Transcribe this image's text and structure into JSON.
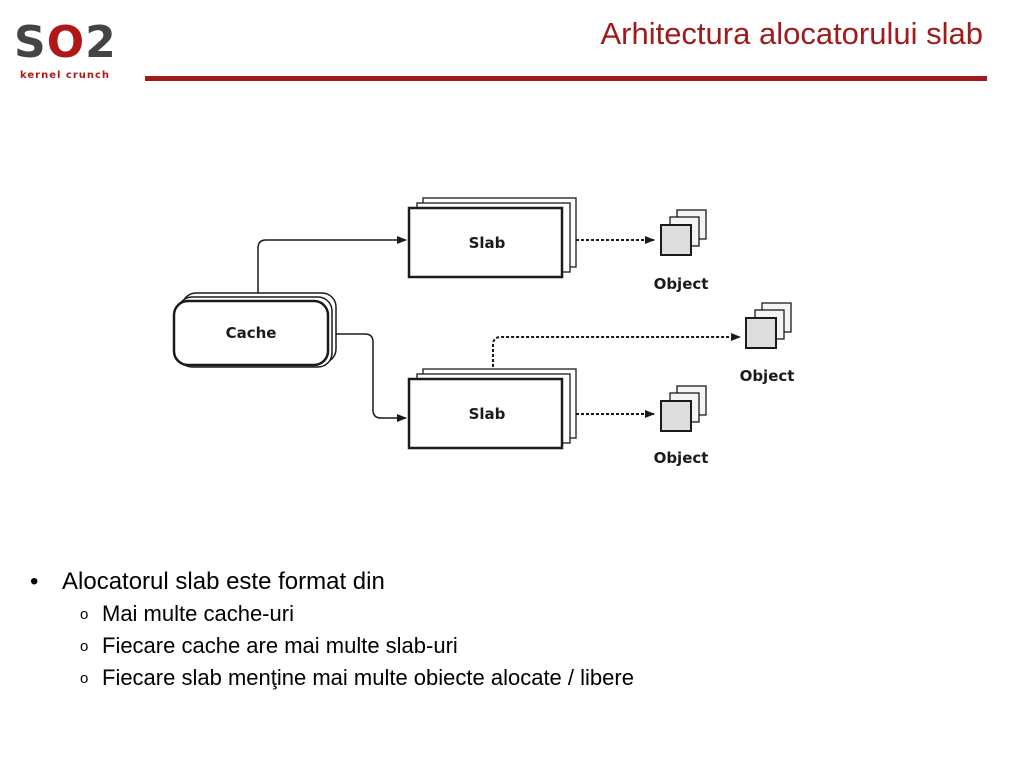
{
  "header": {
    "logo_left": "S",
    "logo_mid": "O",
    "logo_right": "2",
    "logo_subtitle": "kernel crunch",
    "title": "Arhitectura alocatorului slab"
  },
  "diagram": {
    "cache_label": "Cache",
    "slab_label": "Slab",
    "object_label": "Object"
  },
  "bullets": {
    "main": "Alocatorul slab este format din",
    "marker_sub": "o",
    "sub": [
      "Mai multe cache-uri",
      "Fiecare cache are mai multe slab-uri",
      "Fiecare slab menţine mai multe obiecte alocate / libere"
    ]
  },
  "colors": {
    "accent": "#a01b1b",
    "logo_red": "#b01818",
    "logo_grey": "#444444"
  }
}
